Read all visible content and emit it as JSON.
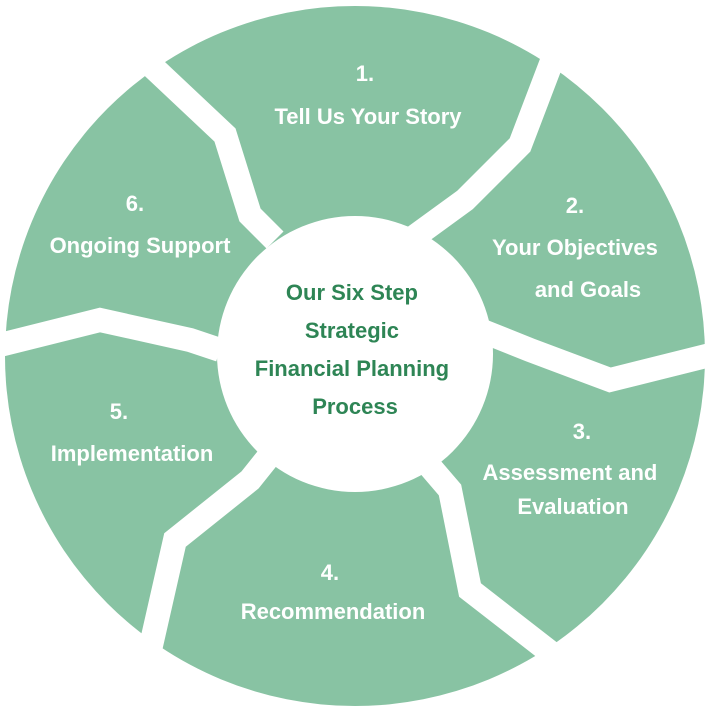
{
  "colors": {
    "segment_fill": "#88c3a3",
    "gap": "#ffffff",
    "center_text": "#2e8555",
    "segment_text": "#ffffff"
  },
  "center": {
    "lines": [
      "Our Six Step",
      "Strategic",
      "Financial Planning",
      "Process"
    ]
  },
  "steps": [
    {
      "number": "1.",
      "lines": [
        "Tell Us Your Story"
      ]
    },
    {
      "number": "2.",
      "lines": [
        "Your Objectives",
        "and Goals"
      ]
    },
    {
      "number": "3.",
      "lines": [
        "Assessment and",
        "Evaluation"
      ]
    },
    {
      "number": "4.",
      "lines": [
        "Recommendation"
      ]
    },
    {
      "number": "5.",
      "lines": [
        "Implementation"
      ]
    },
    {
      "number": "6.",
      "lines": [
        "Ongoing Support"
      ]
    }
  ]
}
